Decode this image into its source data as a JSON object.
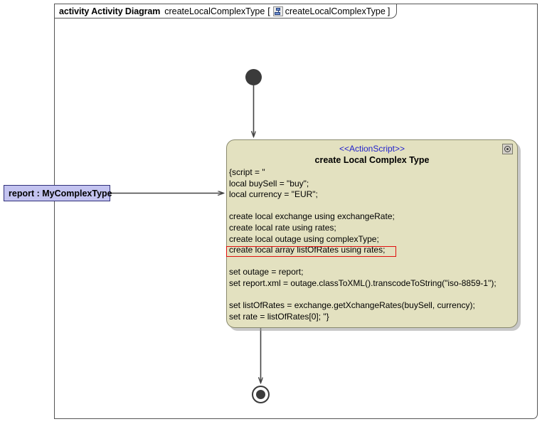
{
  "frame": {
    "keyword": "activity Activity Diagram",
    "name": "createLocalComplexType",
    "bracket_open": "[",
    "icon": "class-type-icon",
    "diagram_name": "createLocalComplexType",
    "bracket_close": "]"
  },
  "nodes": {
    "initial": {
      "name": "initial-node",
      "label": ""
    },
    "final": {
      "name": "activity-final-node",
      "label": ""
    },
    "action": {
      "stereotype": "<<ActionScript>>",
      "title": "create Local Complex Type",
      "badge_icon": "gear-icon",
      "script_lines": [
        "{script = \"",
        "local buySell = \"buy\";",
        "local currency = \"EUR\";",
        "",
        "create local exchange using exchangeRate;",
        "create local rate using rates;",
        "create local outage using complexType;",
        "create local array listOfRates using rates;",
        "",
        "set outage = report;",
        "set report.xml = outage.classToXML().transcodeToString(\"iso-8859-1\");",
        "",
        "set listOfRates = exchange.getXchangeRates(buySell, currency);",
        "set rate = listOfRates[0]; \"}"
      ],
      "script_text": "{script = \"\nlocal buySell = \"buy\";\nlocal currency = \"EUR\";\n\ncreate local exchange using exchangeRate;\ncreate local rate using rates;\ncreate local outage using complexType;\ncreate local array listOfRates using rates;\n\nset outage = report;\nset report.xml = outage.classToXML().transcodeToString(\"iso-8859-1\");\n\nset listOfRates = exchange.getXchangeRates(buySell, currency);\nset rate = listOfRates[0]; \"}",
      "highlighted_line": "create local array listOfRates using rates;"
    },
    "object": {
      "label": "report : MyComplexType"
    }
  },
  "colors": {
    "action_fill": "#e3e1c0",
    "action_border": "#8a8a6e",
    "object_fill": "#c3c3f0",
    "object_border": "#30307a",
    "stereotype_text": "#2222cc",
    "highlight_border": "#e01010",
    "node_dark": "#3b3b3b",
    "edge": "#444444",
    "frame_border": "#555555"
  }
}
